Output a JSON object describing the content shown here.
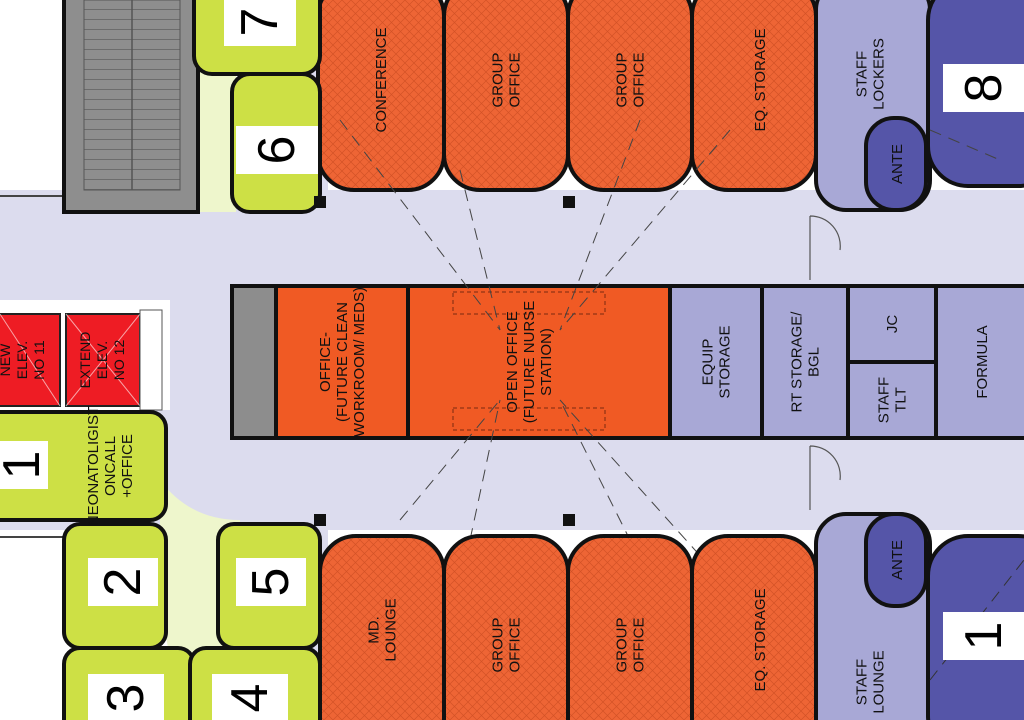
{
  "palette": {
    "corridor": "#dcdcee",
    "orange_hatch": "#ee6535",
    "orange_solid": "#f05a24",
    "lavender": "#a8a8d6",
    "purple": "#5555a8",
    "lime": "#cde045",
    "pale_green": "#eef6cc",
    "gray": "#8d8d8d",
    "red": "#ee1c24",
    "wall": "#111111"
  },
  "rooms": {
    "conference": [
      "CONFERENCE"
    ],
    "group_office_top_1": [
      "GROUP",
      "OFFICE"
    ],
    "group_office_top_2": [
      "GROUP",
      "OFFICE"
    ],
    "eq_storage_top": [
      "EQ. STORAGE"
    ],
    "staff_lockers": [
      "STAFF",
      "LOCKERS"
    ],
    "ante_top": [
      "ANTE"
    ],
    "office_future_clean": [
      "OFFICE-",
      "(FUTURE CLEAN",
      "WORKROOM/ MEDS)"
    ],
    "open_office": [
      "OPEN OFFICE",
      "(FUTURE NURSE",
      "STATION)"
    ],
    "equip_storage": [
      "EQUIP",
      "STORAGE"
    ],
    "rt_storage": [
      "RT STORAGE/",
      "BGL"
    ],
    "jc": [
      "JC"
    ],
    "staff_tlt": [
      "STAFF",
      "TLT"
    ],
    "formula": [
      "FORMULA"
    ],
    "neonatologist": [
      "NEONATOLIGIST",
      "ONCALL",
      "+OFFICE"
    ],
    "md_lounge": [
      "MD.",
      "LOUNGE"
    ],
    "group_office_bot_1": [
      "GROUP",
      "OFFICE"
    ],
    "group_office_bot_2": [
      "GROUP",
      "OFFICE"
    ],
    "eq_storage_bot": [
      "EQ. STORAGE"
    ],
    "staff_lounge": [
      "STAFF",
      "LOUNGE"
    ],
    "ante_bot": [
      "ANTE"
    ]
  },
  "elevators": {
    "new": [
      "NEW",
      "ELEV.",
      "NO 11"
    ],
    "extend": [
      "EXTEND",
      "ELEV.",
      "NO 12"
    ]
  },
  "numbers": {
    "n7": "7",
    "n6": "6",
    "n8": "8",
    "n1_left": "1",
    "n2": "2",
    "n5": "5",
    "n3": "3",
    "n4": "4",
    "n1_right": "1"
  }
}
